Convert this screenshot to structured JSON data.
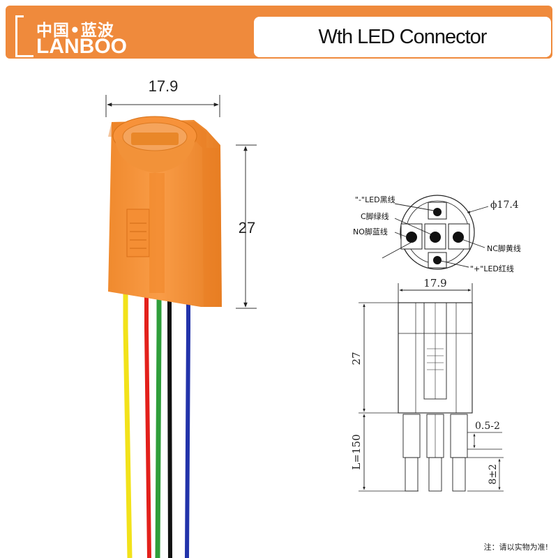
{
  "header": {
    "logo_cn": "中国•蓝波",
    "logo_en": "LANBOO",
    "title": "Wth LED Connector",
    "bar_color": "#ef8a3c"
  },
  "photo": {
    "width_label": "17.9",
    "height_label": "27",
    "body_color": "#f7923a",
    "wire_colors": [
      "#f2e21a",
      "#e3201b",
      "#2f9e3a",
      "#111111",
      "#2233aa"
    ]
  },
  "drawing": {
    "front": {
      "diameter": "ϕ17.4",
      "labels": {
        "minus_led": "\"-\"LED黑线",
        "c_pin": "C脚绿线",
        "no_pin": "NO脚蓝线",
        "nc_pin": "NC脚黄线",
        "plus_led": "\"+\"LED红线"
      }
    },
    "side": {
      "width": "17.9",
      "height": "27",
      "length": "L=150",
      "strip": "0.5-2",
      "tip": "8±2"
    }
  },
  "note": "注：请以实物为准!"
}
